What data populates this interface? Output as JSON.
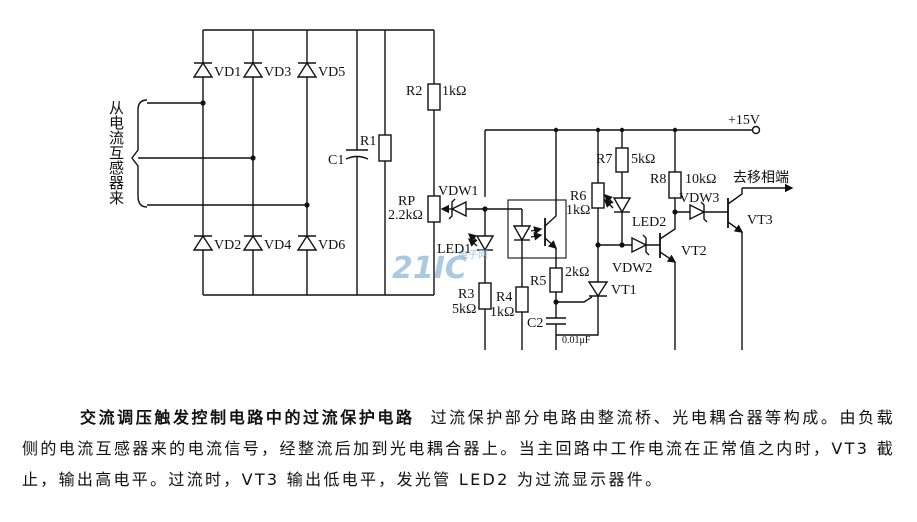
{
  "bridge": {
    "input_label": "从电流互感器来"
  },
  "components": {
    "vd1": "VD1",
    "vd2": "VD2",
    "vd3": "VD3",
    "vd4": "VD4",
    "vd5": "VD5",
    "vd6": "VD6",
    "c1": "C1",
    "r1": "R1",
    "r2": "R2",
    "r2_value": "1kΩ",
    "rp": "RP",
    "rp_value": "2.2kΩ",
    "vdw1": "VDW1",
    "led1": "LED1",
    "r3": "R3",
    "r3_value": "5kΩ",
    "r4": "R4",
    "r4_value": "1kΩ",
    "r5": "R5",
    "r5_value": "2kΩ",
    "c2": "C2",
    "c2_value": "0.01μF",
    "r6": "R6",
    "r6_value": "1kΩ",
    "r7": "R7",
    "r7_value": "5kΩ",
    "r8": "R8",
    "r8_value": "10kΩ",
    "supply": "+15V",
    "led2": "LED2",
    "vdw2": "VDW2",
    "vdw3": "VDW3",
    "vt1": "VT1",
    "vt2": "VT2",
    "vt3": "VT3",
    "output": "去移相端"
  },
  "watermark": {
    "brand": "21IC",
    "sub": "电子网"
  },
  "caption": {
    "title": "交流调压触发控制电路中的过流保护电路",
    "body": "过流保护部分电路由整流桥、光电耦合器等构成。由负载侧的电流互感器来的电流信号，经整流后加到光电耦合器上。当主回路中工作电流在正常值之内时，VT3 截止，输出高电平。过流时，VT3 输出低电平，发光管 LED2 为过流显示器件。"
  }
}
